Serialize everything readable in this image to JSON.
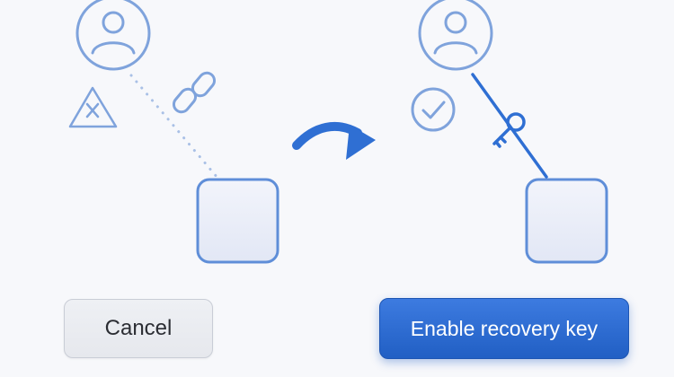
{
  "actions": {
    "cancel_label": "Cancel",
    "enable_label": "Enable recovery key"
  },
  "colors": {
    "accent": "#3d75d6",
    "icon_stroke": "#7fa3dc",
    "primary_button": "#2b6ad3"
  },
  "illustration": {
    "before": {
      "icons": [
        "user-icon",
        "warning-x-icon",
        "broken-link-icon",
        "device-icon"
      ],
      "connection": "dotted"
    },
    "after": {
      "icons": [
        "user-icon",
        "check-circle-icon",
        "key-icon",
        "device-icon"
      ],
      "connection": "solid"
    },
    "transition_icon": "curved-arrow-icon"
  }
}
